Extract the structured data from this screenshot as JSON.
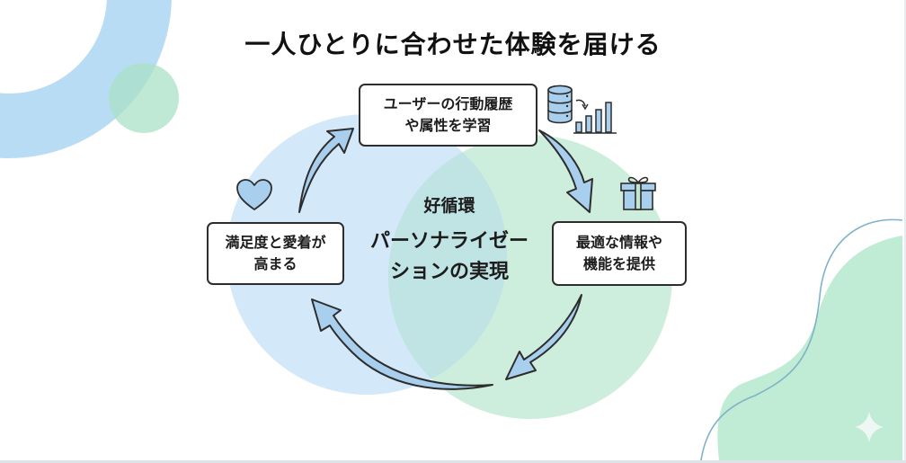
{
  "title": "一人ひとりに合わせた体験を届ける",
  "center": {
    "subtitle": "好循環",
    "main_line1": "パーソナライゼー",
    "main_line2": "ションの実現"
  },
  "steps": [
    {
      "id": "learn",
      "line1": "ユーザーの行動履歴",
      "line2": "や属性を学習",
      "icon": "database-chart-icon"
    },
    {
      "id": "provide",
      "line1": "最適な情報や",
      "line2": "機能を提供",
      "icon": "gift-icon"
    },
    {
      "id": "satisfy",
      "line1": "満足度と愛着が",
      "line2": "高まる",
      "icon": "heart-icon"
    }
  ],
  "colors": {
    "blue_fill": "#cfe6f7",
    "green_fill": "#ccefdc",
    "overlap_fill": "#bfe3e3",
    "arrow_fill": "#a9cfee",
    "outline": "#2d2d2d",
    "deco_blue": "#b9dcf5",
    "deco_green": "#bfead3"
  }
}
